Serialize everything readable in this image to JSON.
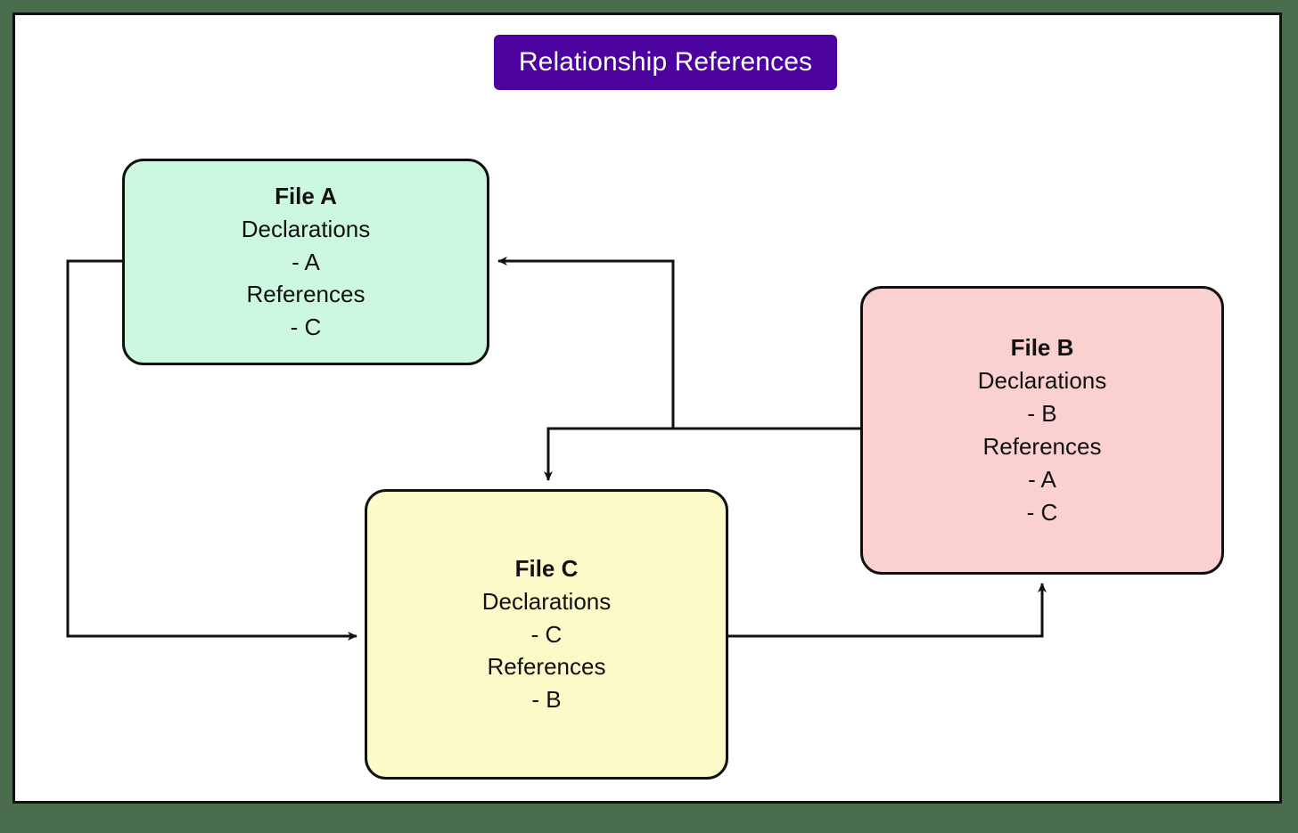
{
  "diagram": {
    "title": "Relationship References",
    "title_color": "#4b029e",
    "canvas_background": "#ffffff",
    "page_background": "#4a6e4d",
    "edge_color": "#111111"
  },
  "nodes": [
    {
      "id": "file-a",
      "title": "File A",
      "color": "#ccf8e0",
      "lines": [
        "Declarations",
        "- A",
        "References",
        "- C"
      ],
      "declarations": [
        "A"
      ],
      "references": [
        "C"
      ]
    },
    {
      "id": "file-b",
      "title": "File B",
      "color": "#fbd0d0",
      "lines": [
        "Declarations",
        "- B",
        "References",
        "- A",
        "- C"
      ],
      "declarations": [
        "B"
      ],
      "references": [
        "A",
        "C"
      ]
    },
    {
      "id": "file-c",
      "title": "File C",
      "color": "#fcfac8",
      "lines": [
        "Declarations",
        "- C",
        "References",
        "- B"
      ],
      "declarations": [
        "C"
      ],
      "references": [
        "B"
      ]
    }
  ],
  "edges": [
    {
      "id": "edge-a-to-c",
      "from": "file-a",
      "to": "file-c",
      "label": ""
    },
    {
      "id": "edge-b-to-a",
      "from": "file-b",
      "to": "file-a",
      "label": ""
    },
    {
      "id": "edge-b-to-c",
      "from": "file-b",
      "to": "file-c",
      "label": ""
    },
    {
      "id": "edge-c-to-b",
      "from": "file-c",
      "to": "file-b",
      "label": ""
    }
  ]
}
